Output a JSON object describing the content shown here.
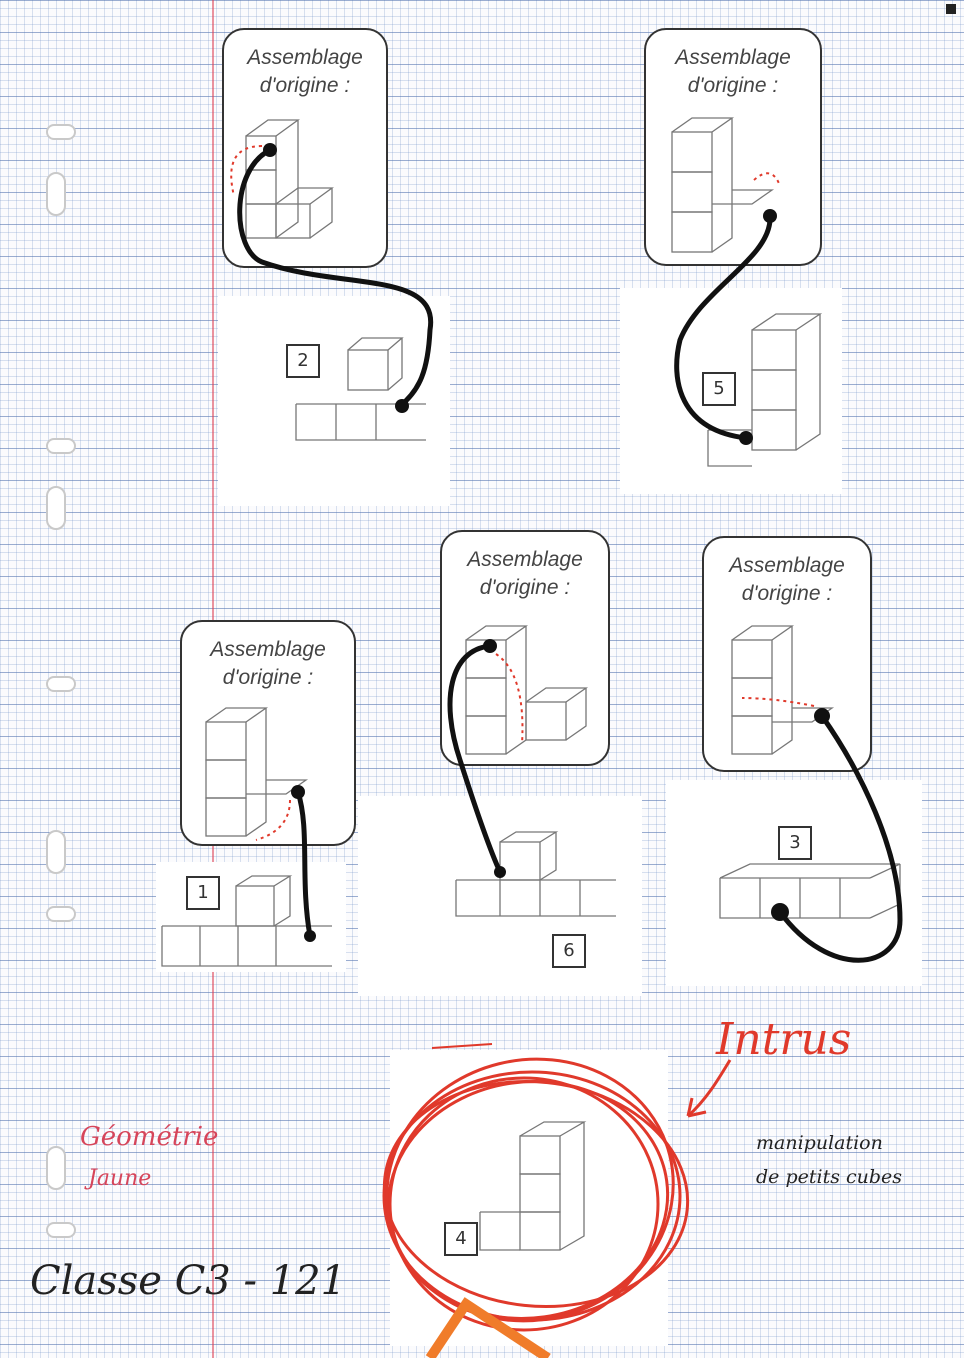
{
  "cards": [
    {
      "title_line1": "Assemblage",
      "title_line2": "d'origine :"
    },
    {
      "title_line1": "Assemblage",
      "title_line2": "d'origine :"
    },
    {
      "title_line1": "Assemblage",
      "title_line2": "d'origine :"
    },
    {
      "title_line1": "Assemblage",
      "title_line2": "d'origine :"
    },
    {
      "title_line1": "Assemblage",
      "title_line2": "d'origine :"
    }
  ],
  "numbers": [
    "2",
    "5",
    "1",
    "6",
    "3",
    "4"
  ],
  "annotations": {
    "intrus": "Intrus",
    "subject": "Géométrie",
    "color": "Jaune",
    "activity_line1": "manipulation",
    "activity_line2": "de petits cubes",
    "class": "Classe C3 - 121"
  },
  "colors": {
    "pen_black": "#111111",
    "pen_red": "#e0392b",
    "margin": "#dc3c50",
    "grid": "#7896c8",
    "arrow_orange": "#f07c2a"
  }
}
